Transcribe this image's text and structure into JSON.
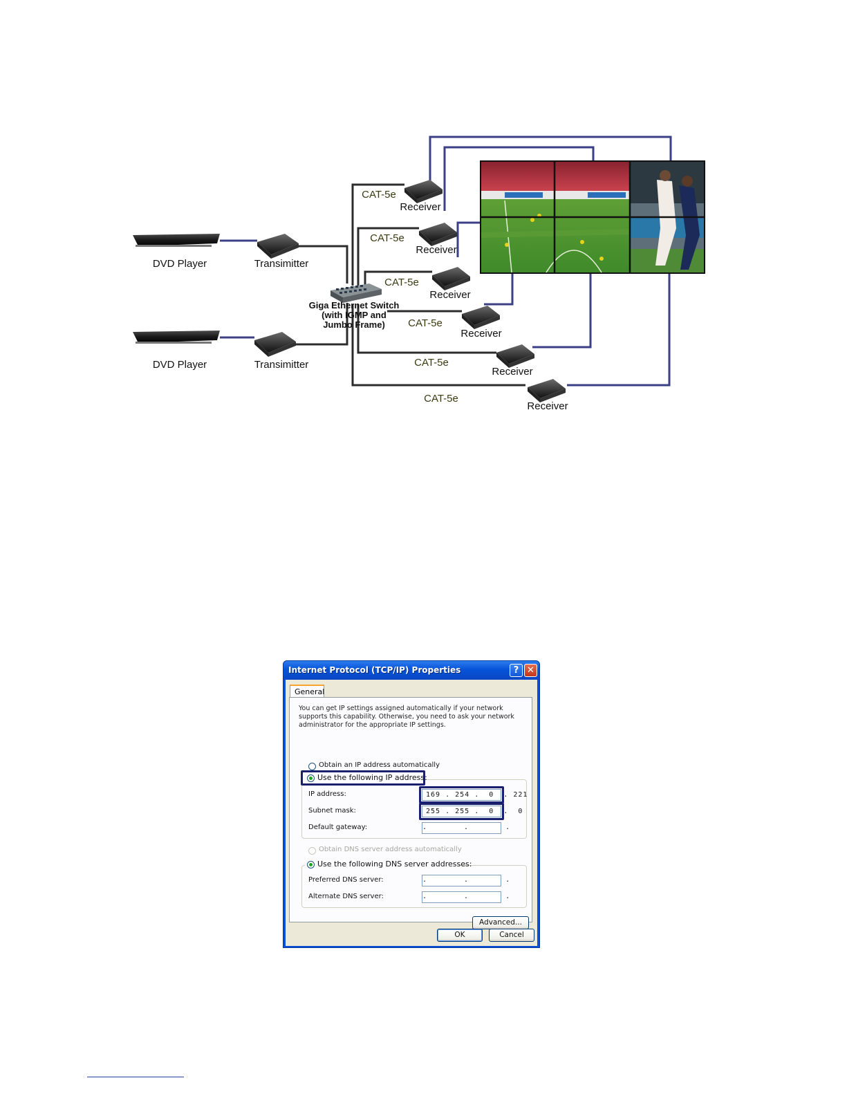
{
  "diagram": {
    "sources": [
      {
        "label": "DVD Player"
      },
      {
        "label": "DVD Player"
      }
    ],
    "transmitters": [
      {
        "label": "Transimitter"
      },
      {
        "label": "Transimitter"
      }
    ],
    "switch": {
      "line1": "Giga Ethernet Switch",
      "line2": "(with IGMP and",
      "line3": "Jumbo Frame)"
    },
    "cable_label": "CAT-5e",
    "receiver_label": "Receiver",
    "receiver_count": 6,
    "video_wall": {
      "rows": 2,
      "cols": 3
    },
    "colors": {
      "cable": "#2c2c2c",
      "hdmi": "#3a3f86",
      "cable_label": "#3a3a10"
    }
  },
  "dialog": {
    "title": "Internet Protocol (TCP/IP) Properties",
    "help_button": "?",
    "close_button": "✕",
    "tab_general": "General",
    "intro_text": "You can get IP settings assigned automatically if your network supports this capability. Otherwise, you need to ask your network administrator for the appropriate IP settings.",
    "radio_obtain_ip": "Obtain an IP address automatically",
    "radio_use_ip": "Use the following IP address:",
    "ip_address_label": "IP address:",
    "ip_address_value": "169 . 254 .  0  . 221",
    "subnet_mask_label": "Subnet mask:",
    "subnet_mask_value": "255 . 255 .  0  .  0",
    "default_gateway_label": "Default gateway:",
    "empty_ip": ". . .",
    "radio_obtain_dns": "Obtain DNS server address automatically",
    "radio_use_dns": "Use the following DNS server addresses:",
    "preferred_dns_label": "Preferred DNS server:",
    "alternate_dns_label": "Alternate DNS server:",
    "advanced_button": "Advanced...",
    "ok_button": "OK",
    "cancel_button": "Cancel"
  }
}
